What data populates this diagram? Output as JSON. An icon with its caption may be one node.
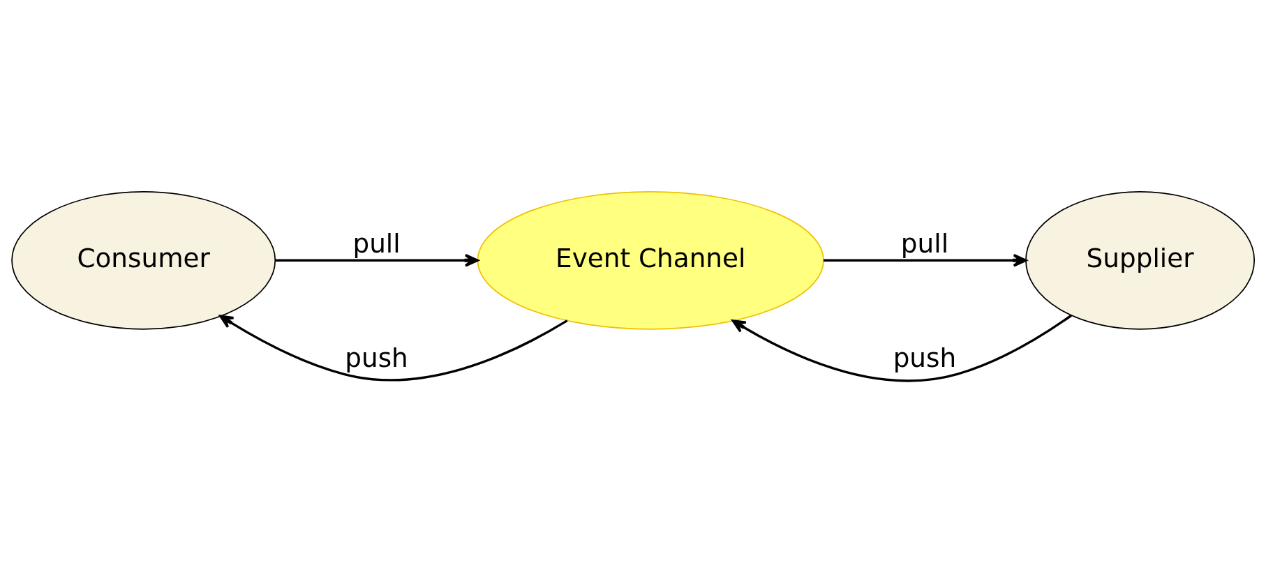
{
  "diagram": {
    "nodes": [
      {
        "text": [
          "Consumer"
        ]
      },
      {
        "text": [
          "Event Channel"
        ]
      },
      {
        "text": [
          "Supplier"
        ]
      }
    ],
    "edges": [
      {
        "from": 1,
        "to": 0,
        "arrow": "to",
        "label": "push"
      },
      {
        "from": 2,
        "to": 1,
        "arrow": "to",
        "label": "push"
      },
      {
        "from": 0,
        "to": 1,
        "arrow": "to",
        "label": "pull"
      },
      {
        "from": 1,
        "to": 2,
        "arrow": "to",
        "label": "pull"
      }
    ]
  }
}
